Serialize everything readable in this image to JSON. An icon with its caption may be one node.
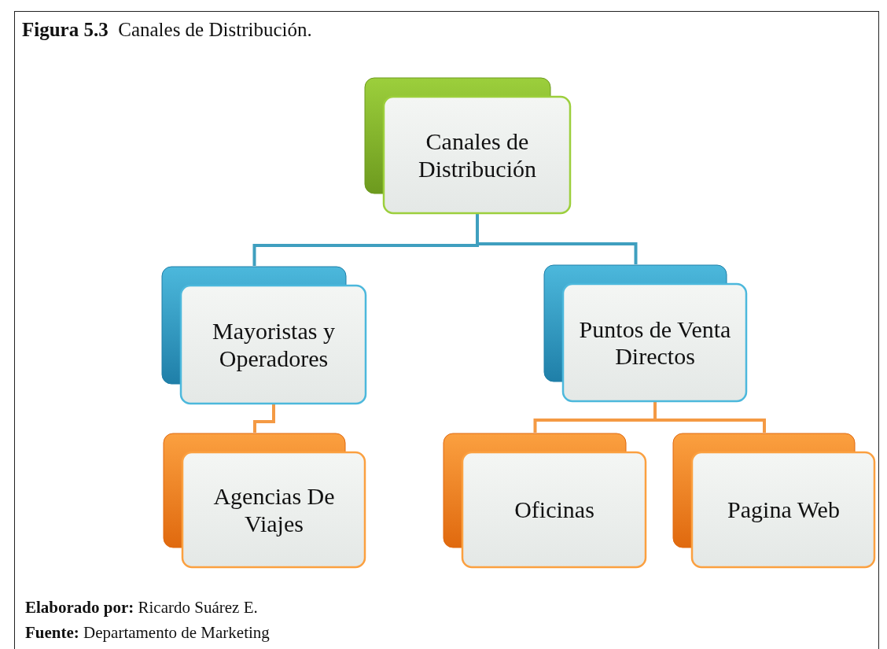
{
  "diagram": {
    "title": "**Figura 5.3**  Canales de Distribución.",
    "nodes": [
      {
        "text": [
          "Canales de Distribución"
        ]
      },
      {
        "text": [
          "Mayoristas y Operadores"
        ]
      },
      {
        "text": [
          "Puntos de Venta Directos"
        ]
      },
      {
        "text": [
          "Agencias De Viajes"
        ]
      },
      {
        "text": [
          "Oficinas"
        ]
      },
      {
        "text": [
          "Pagina Web"
        ]
      }
    ],
    "edges": [
      {
        "from": 0,
        "to": 1,
        "arrow": "none",
        "color": "#3f9fbf"
      },
      {
        "from": 0,
        "to": 2,
        "arrow": "none",
        "color": "#3f9fbf"
      },
      {
        "from": 1,
        "to": 3,
        "arrow": "none"
      },
      {
        "from": 2,
        "to": 4,
        "arrow": "none"
      },
      {
        "from": 2,
        "to": 5,
        "arrow": "none"
      }
    ],
    "labels": [
      "**Elaborado por:** Ricardo Suárez E.",
      "**Fuente:** Departamento de Marketing"
    ]
  }
}
